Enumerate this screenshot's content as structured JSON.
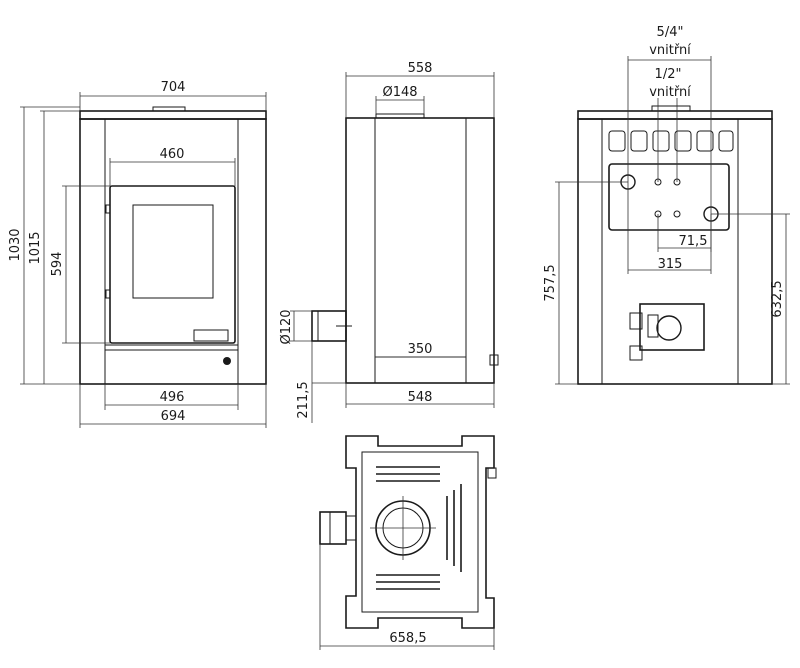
{
  "front_view": {
    "width_top": "704",
    "door_width": "460",
    "height_total": "1030",
    "height_body": "1015",
    "door_height": "594",
    "inner_width": "496",
    "base_width": "694"
  },
  "side_view": {
    "depth_top": "558",
    "flue_diameter": "Ø148",
    "pipe_diameter": "Ø120",
    "pipe_height": "211,5",
    "inner_depth": "350",
    "base_depth": "548"
  },
  "back_view": {
    "connection_top": "5/4\"",
    "connection_top_note": "vnitřní",
    "connection_small": "1/2\"",
    "connection_small_note": "vnitřní",
    "height_upper": "757,5",
    "height_lower": "632,5",
    "spacing_small": "71,5",
    "spacing_wide": "315"
  },
  "top_view": {
    "depth": "658,5"
  }
}
